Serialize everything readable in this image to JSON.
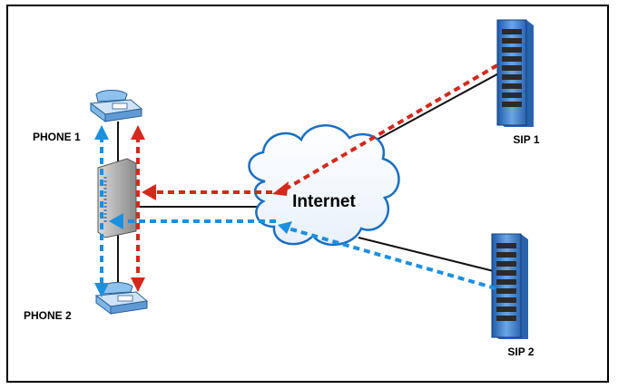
{
  "labels": {
    "phone1": "PHONE 1",
    "phone2": "PHONE 2",
    "sip1": "SIP 1",
    "sip2": "SIP 2",
    "internet": "Internet"
  },
  "icons": {
    "phone1": "desk-phone-icon",
    "phone2": "desk-phone-icon",
    "device": "router-device-icon",
    "cloud": "cloud-icon",
    "sip1": "server-rack-icon",
    "sip2": "server-rack-icon"
  },
  "colors": {
    "red_path": "#d3291b",
    "blue_path": "#1b8fe0",
    "server_blue": "#3a7fc8",
    "phone_blue": "#7db7e8",
    "cloud_fill": "#ffffff",
    "cloud_outline": "#1a6fc2",
    "device_gray": "#9a9a9a"
  }
}
